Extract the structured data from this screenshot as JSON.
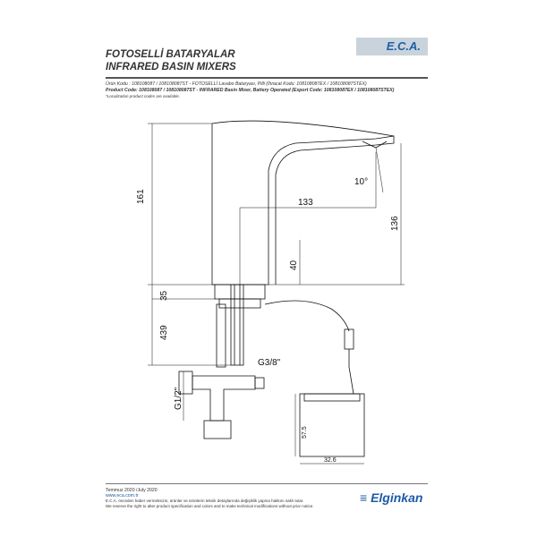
{
  "header": {
    "title_tr": "FOTOSELLİ BATARYALAR",
    "title_en": "INFRARED BASIN MIXERS",
    "logo": "E.C.A."
  },
  "product": {
    "line1": "Ürün Kodu    : 108108087 / 108108087ST - FOTOSELLİ Lavabo Bataryası, Pilli (İhracat Kodu: 108108087EX / 108108087STEX)",
    "line2": "Product Code: 108108087 / 108108087ST - INFRARED Basin Mixer, Battery Operated (Export Code: 108108087EX / 108108087STEX)",
    "note": "*Localization product codes are available."
  },
  "dimensions": {
    "height": "161",
    "reach": "133",
    "spout_height": "136",
    "sensor": "40",
    "base": "35",
    "hose": "439",
    "thread_small": "G3/8\"",
    "thread_large": "G1/2\"",
    "angle": "10°",
    "box_height": "57.5",
    "box_width": "32.6"
  },
  "footer": {
    "date": "Temmuz 2020 /July 2020",
    "url": "www.eca.com.tr",
    "disclaimer_tr": "E.C.A. önceden haber vermeksizin, ürünler ve ürünlerin teknik detaylarında değişiklik yapma hakkını saklı tutar.",
    "disclaimer_en": "We reserve the right to alter product specification and colors and to make technical modifications without prior notice.",
    "brand": "Elginkan"
  }
}
